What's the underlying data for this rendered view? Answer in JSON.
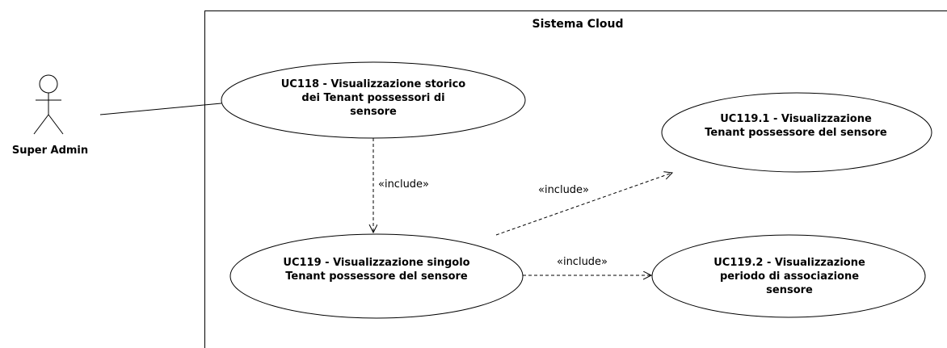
{
  "system": {
    "title": "Sistema Cloud"
  },
  "actor": {
    "name": "Super Admin"
  },
  "use_cases": [
    {
      "text": "UC118 - Visualizzazione storico dei Tenant possessori di sensore"
    },
    {
      "text": "UC119 - Visualizzazione singolo Tenant possessore del sensore"
    },
    {
      "text": "UC119.1 - Visualizzazione Tenant possessore del sensore"
    },
    {
      "text": "UC119.2 - Visualizzazione periodo di associazione sensore"
    }
  ],
  "relations": [
    {
      "label": "«include»"
    },
    {
      "label": "«include»"
    },
    {
      "label": "«include»"
    }
  ]
}
